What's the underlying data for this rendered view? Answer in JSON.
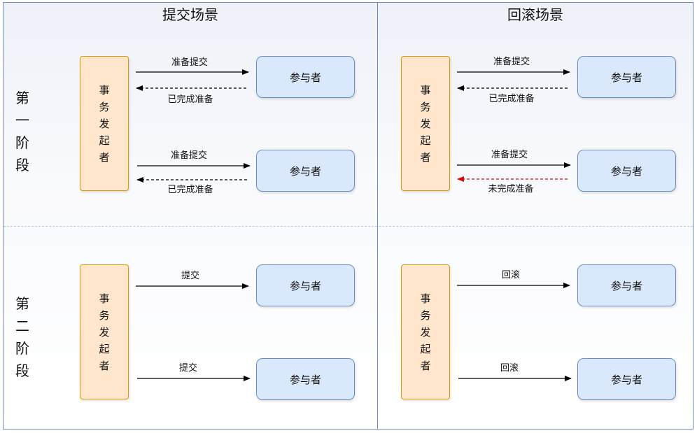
{
  "columns": [
    {
      "title": "提交场景"
    },
    {
      "title": "回滚场景"
    }
  ],
  "phases": [
    {
      "label": "第一阶段"
    },
    {
      "label": "第二阶段"
    }
  ],
  "coordinator_label": "事务发起者",
  "participant_label": "参与者",
  "messages": {
    "prepare": "准备提交",
    "prepared": "已完成准备",
    "not_prepared": "未完成准备",
    "commit": "提交",
    "rollback": "回滚"
  },
  "colors": {
    "coordinator_fill": "#ffe6cc",
    "coordinator_border": "#d79b00",
    "participant_fill": "#dae8fc",
    "participant_border": "#6c8ebf",
    "failure_arrow": "#e00000"
  }
}
